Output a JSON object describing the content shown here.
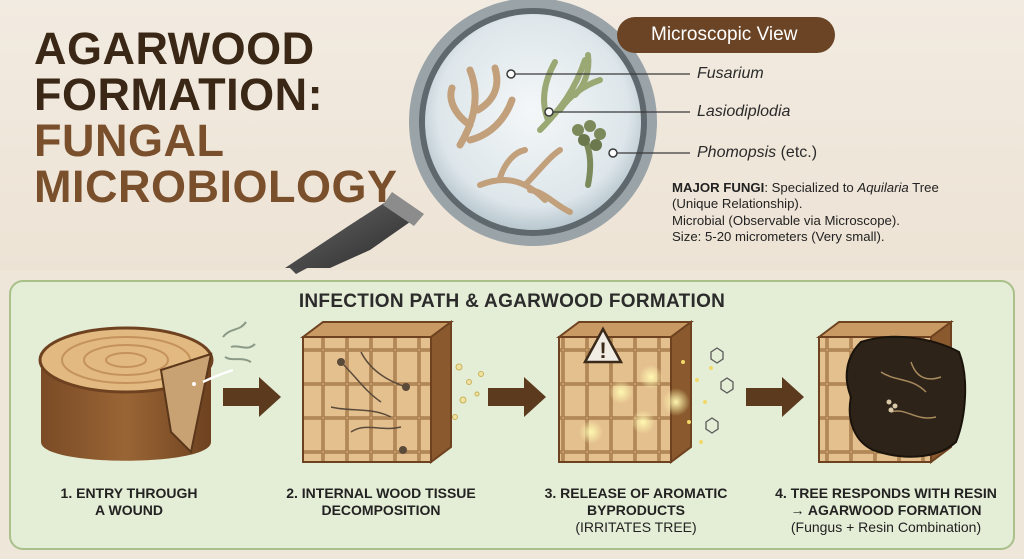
{
  "header": {
    "title_line1": "AGARWOOD",
    "title_line2": "FORMATION:",
    "title_line3": "FUNGAL",
    "title_line4": "MICROBIOLOGY"
  },
  "microscope": {
    "pill_label": "Microscopic View",
    "fungi": [
      {
        "name": "Fusarium",
        "suffix": ""
      },
      {
        "name": "Lasiodiplodia",
        "suffix": ""
      },
      {
        "name": "Phomopsis",
        "suffix": " (etc.)"
      }
    ],
    "description": {
      "heading": "MAJOR FUNGI",
      "line1_prefix": ": Specialized to ",
      "line1_genus": "Aquilaria",
      "line1_suffix": " Tree",
      "line2": "(Unique Relationship).",
      "line3": "Microbial (Observable via Microscope).",
      "line4": "Size: 5-20 micrometers (Very small)."
    }
  },
  "infection": {
    "title": "INFECTION PATH & AGARWOOD FORMATION",
    "steps": [
      {
        "main1": "1. ENTRY THROUGH",
        "main2": "A WOUND",
        "sub": ""
      },
      {
        "main1": "2. INTERNAL WOOD TISSUE",
        "main2": "DECOMPOSITION",
        "sub": ""
      },
      {
        "main1": "3. RELEASE OF AROMATIC",
        "main2": "BYPRODUCTS",
        "sub": "(IRRITATES TREE)"
      },
      {
        "main1": "4. TREE RESPONDS WITH RESIN",
        "main2": "→ AGARWOOD FORMATION",
        "sub": "(Fungus + Resin Combination)"
      }
    ]
  },
  "colors": {
    "title_dark": "#3a2716",
    "title_brown": "#7a4f2c",
    "pill": "#6b4425",
    "panel_bg": "#e4edd5",
    "panel_border": "#a9c08a",
    "arrow": "#5c3a1e"
  }
}
